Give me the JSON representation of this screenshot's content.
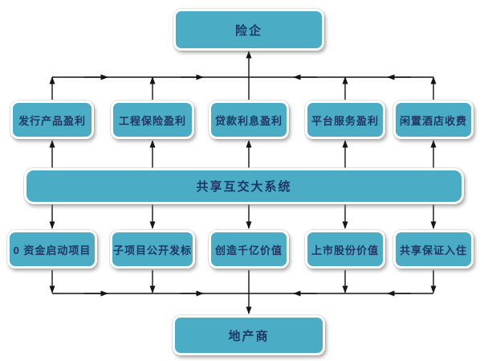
{
  "diagram": {
    "title": "insurance-developer-shared-system-flowchart",
    "colors": {
      "background": "#ffffff",
      "node_fill": "#4BACC6",
      "node_text": "#1F3864",
      "arrow": "#141414"
    },
    "top_node": {
      "label": "险企"
    },
    "profit_nodes": [
      {
        "label": "发行产品盈利"
      },
      {
        "label": "工程保险盈利"
      },
      {
        "label": "贷款利息盈利"
      },
      {
        "label": "平台服务盈利"
      },
      {
        "label": "闲置酒店收费"
      }
    ],
    "system_node": {
      "label": "共享互交大系统"
    },
    "value_nodes": [
      {
        "label": "0 资金启动项目"
      },
      {
        "label": "子项目公开发标"
      },
      {
        "label": "创造千亿价值"
      },
      {
        "label": "上市股份价值"
      },
      {
        "label": "共享保证入住"
      }
    ],
    "bottom_node": {
      "label": "地产商"
    }
  }
}
